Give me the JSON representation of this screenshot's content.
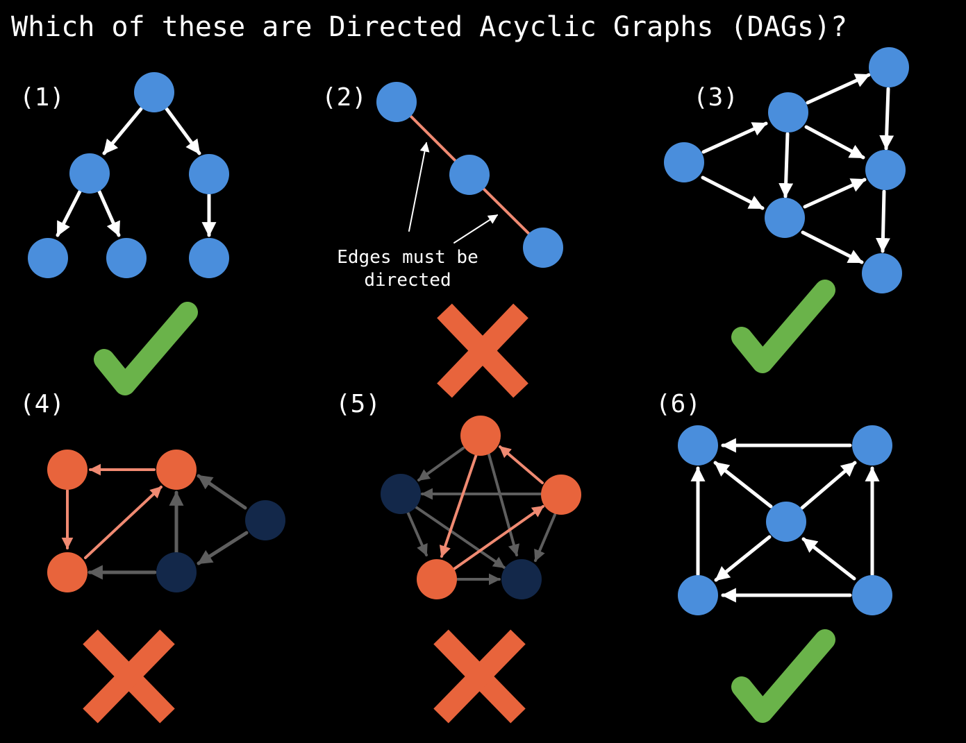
{
  "title": "Which of these are Directed Acyclic Graphs (DAGs)?",
  "annotation": {
    "line1": "Edges must be",
    "line2": "directed"
  },
  "colors": {
    "background": "#000000",
    "blue_node": "#4a8edc",
    "orange_node": "#e8643c",
    "dark_node": "#13284a",
    "white_edge": "#ffffff",
    "orange_edge": "#f08a72",
    "gray_edge": "#5e5e5e",
    "check": "#6ab34a",
    "cross": "#e8643c"
  },
  "graphs": [
    {
      "label": "(1)",
      "is_dag": true,
      "verdict_icon": "check-mark-icon"
    },
    {
      "label": "(2)",
      "is_dag": false,
      "verdict_icon": "cross-mark-icon"
    },
    {
      "label": "(3)",
      "is_dag": true,
      "verdict_icon": "check-mark-icon"
    },
    {
      "label": "(4)",
      "is_dag": false,
      "verdict_icon": "cross-mark-icon"
    },
    {
      "label": "(5)",
      "is_dag": false,
      "verdict_icon": "cross-mark-icon"
    },
    {
      "label": "(6)",
      "is_dag": true,
      "verdict_icon": "check-mark-icon"
    }
  ]
}
